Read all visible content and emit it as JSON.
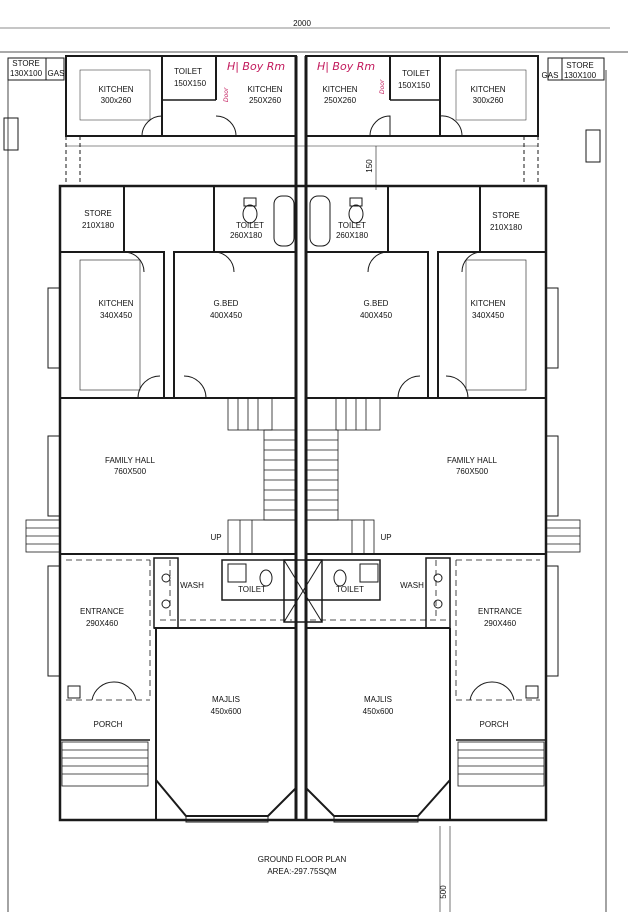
{
  "plan": {
    "top_dimension": "2000",
    "bottom_dimension": "500",
    "mid_dimension": "150",
    "title": "GROUND FLOOR PLAN",
    "area": "AREA:-297.75SQM"
  },
  "rooms": {
    "store_top_left": {
      "name": "STORE",
      "size": "130X100"
    },
    "gas_left": {
      "name": "GAS"
    },
    "kitchen_top_left": {
      "name": "KITCHEN",
      "size": "300x260"
    },
    "toilet_top_left": {
      "name": "TOILET",
      "size": "150X150"
    },
    "kitchen_top_center_left": {
      "name": "KITCHEN",
      "size": "250X260"
    },
    "kitchen_top_center_right": {
      "name": "KITCHEN",
      "size": "250X260"
    },
    "toilet_top_right": {
      "name": "TOILET",
      "size": "150X150"
    },
    "kitchen_top_right": {
      "name": "KITCHEN",
      "size": "300x260"
    },
    "gas_right": {
      "name": "GAS"
    },
    "store_top_right": {
      "name": "STORE",
      "size": "130X100"
    },
    "store_left": {
      "name": "STORE",
      "size": "210X180"
    },
    "toilet_mid_left": {
      "name": "TOILET",
      "size": "260X180"
    },
    "toilet_mid_right": {
      "name": "TOILET",
      "size": "260X180"
    },
    "store_right": {
      "name": "STORE",
      "size": "210X180"
    },
    "kitchen_left": {
      "name": "KITCHEN",
      "size": "340X450"
    },
    "gbed_left": {
      "name": "G.BED",
      "size": "400X450"
    },
    "gbed_right": {
      "name": "G.BED",
      "size": "400X450"
    },
    "kitchen_right": {
      "name": "KITCHEN",
      "size": "340X450"
    },
    "family_hall_left": {
      "name": "FAMILY HALL",
      "size": "760X500"
    },
    "family_hall_right": {
      "name": "FAMILY HALL",
      "size": "760X500"
    },
    "up_left": {
      "name": "UP"
    },
    "up_right": {
      "name": "UP"
    },
    "wash_left": {
      "name": "WASH"
    },
    "wash_right": {
      "name": "WASH"
    },
    "toilet_low_left": {
      "name": "TOILET"
    },
    "toilet_low_right": {
      "name": "TOILET"
    },
    "entrance_left": {
      "name": "ENTRANCE",
      "size": "290X460"
    },
    "entrance_right": {
      "name": "ENTRANCE",
      "size": "290X460"
    },
    "majlis_left": {
      "name": "MAJLIS",
      "size": "450x600"
    },
    "majlis_right": {
      "name": "MAJLIS",
      "size": "450x600"
    },
    "porch_left": {
      "name": "PORCH"
    },
    "porch_right": {
      "name": "PORCH"
    }
  },
  "annotations": {
    "handwritten_left": "H| Boy Rm",
    "handwritten_right": "H| Boy Rm",
    "door_note_left": "Door",
    "door_note_right": "Door"
  },
  "colors": {
    "line": "#1a1a1a",
    "handwriting": "#c2185b"
  }
}
